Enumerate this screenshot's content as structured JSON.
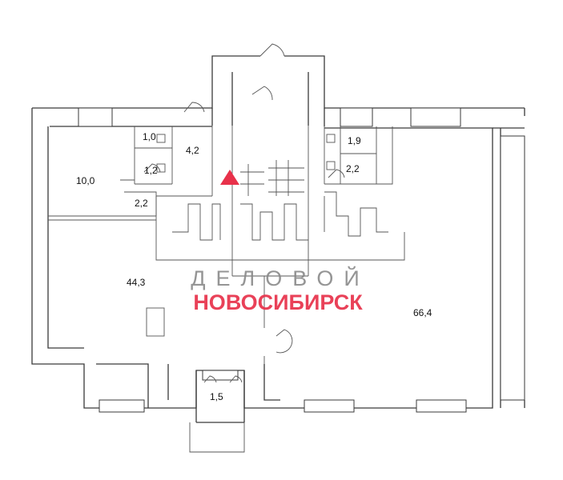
{
  "rooms": [
    {
      "id": "room-10-0",
      "label": "10,0"
    },
    {
      "id": "room-1-0",
      "label": "1,0"
    },
    {
      "id": "room-1-2",
      "label": "1,2"
    },
    {
      "id": "room-4-2",
      "label": "4,2"
    },
    {
      "id": "room-2-2-left",
      "label": "2,2"
    },
    {
      "id": "room-1-9",
      "label": "1,9"
    },
    {
      "id": "room-2-2-right",
      "label": "2,2"
    },
    {
      "id": "room-44-3",
      "label": "44,3"
    },
    {
      "id": "room-66-4",
      "label": "66,4"
    },
    {
      "id": "room-1-5",
      "label": "1,5"
    }
  ],
  "watermark": {
    "line1": "ДЕЛОВОЙ",
    "line2": "НОВОСИБИРСК",
    "accent_color": "#e8314a",
    "grey_color": "#8a8a8a"
  }
}
